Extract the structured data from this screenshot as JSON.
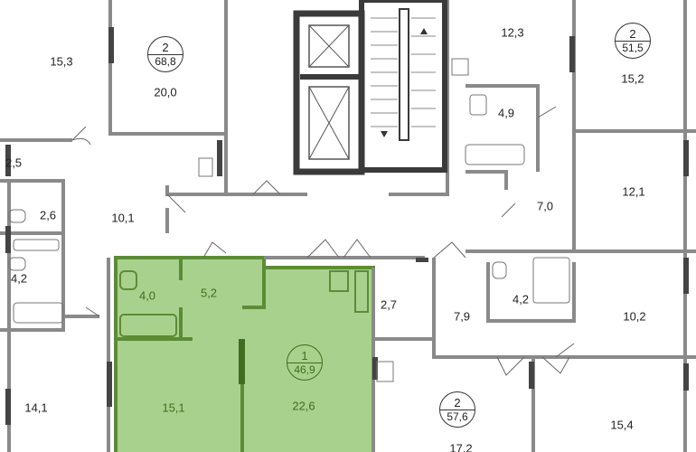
{
  "colors": {
    "highlight_fill": "#a9d18e",
    "highlight_wall": "#5c8c35",
    "wall": "#8a8a8a",
    "window": "#444444",
    "core": "#3a3a3a"
  },
  "apartments": [
    {
      "rooms": "2",
      "area": "68,8"
    },
    {
      "rooms": "2",
      "area": "51,5"
    },
    {
      "rooms": "1",
      "area": "46,9"
    },
    {
      "rooms": "2",
      "area": "57,6"
    }
  ],
  "rooms": {
    "r15_3": "15,3",
    "r20_0": "20,0",
    "r2_5": "2,5",
    "r2_6": "2,6",
    "r10_1": "10,1",
    "r4_2a": "4,2",
    "r14_1": "14,1",
    "r4_0": "4,0",
    "r5_2": "5,2",
    "r15_1": "15,1",
    "r22_6": "22,6",
    "r2_7": "2,7",
    "r7_9": "7,9",
    "r4_2b": "4,2",
    "r10_2": "10,2",
    "r15_4": "15,4",
    "r17_2": "17,2",
    "r12_3": "12,3",
    "r15_2": "15,2",
    "r4_9": "4,9",
    "r12_1": "12,1",
    "r7_0": "7,0"
  }
}
